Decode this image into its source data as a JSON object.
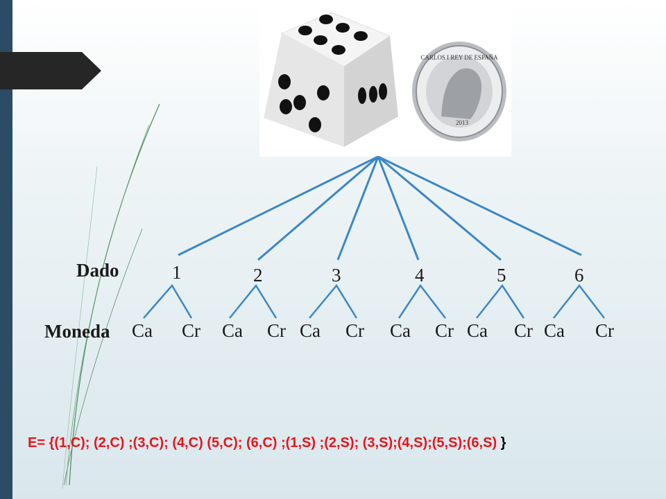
{
  "tree": {
    "row_labels": {
      "dado": "Dado",
      "moneda": "Moneda"
    },
    "die_values": [
      "1",
      "2",
      "3",
      "4",
      "5",
      "6"
    ],
    "coin_values": [
      "Ca",
      "Cr"
    ]
  },
  "sample_space": {
    "text": "E= {(1,C); (2,C) ;(3,C); (4,C) (5,C); (6,C) ;(1,S) ;(2,S); (3,S);(4,S);(5,S);(6,S)",
    "closing": " }"
  },
  "coin": {
    "inscription_top": "CARLOS I REY DE ESPAÑA",
    "inscription_bottom": "2013"
  },
  "colors": {
    "branch": "#3b86c6",
    "sidebar": "#2b4c64",
    "outcome_text": "#e8141b",
    "tab": "#262626"
  }
}
